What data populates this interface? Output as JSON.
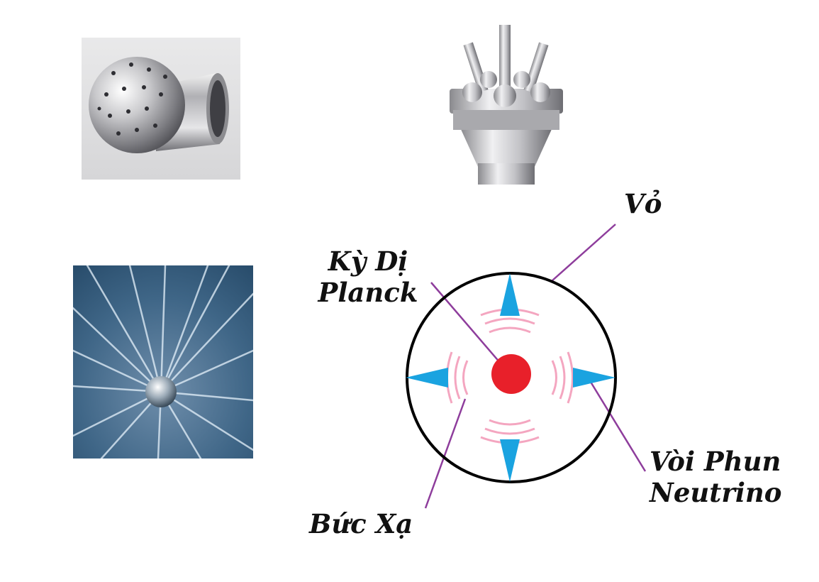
{
  "labels": {
    "singularity_line1": "Kỳ Dị",
    "singularity_line2": "Planck",
    "shell": "Vỏ",
    "nozzle_line1": "Vòi Phun",
    "nozzle_line2": "Neutrino",
    "radiation": "Bức Xạ"
  },
  "colors": {
    "shell": "#000000",
    "core": "#e8202a",
    "nozzle_arrow": "#1aa3e0",
    "radiation_wave": "#f4a6c0",
    "leader_line": "#8e3d9c"
  },
  "photos": [
    {
      "id": "spray-ball",
      "icon": "stainless-spray-ball-photo"
    },
    {
      "id": "fountain-nozzle",
      "icon": "multi-jet-fountain-nozzle-photo"
    },
    {
      "id": "water-burst",
      "icon": "radial-water-spray-photo"
    }
  ]
}
